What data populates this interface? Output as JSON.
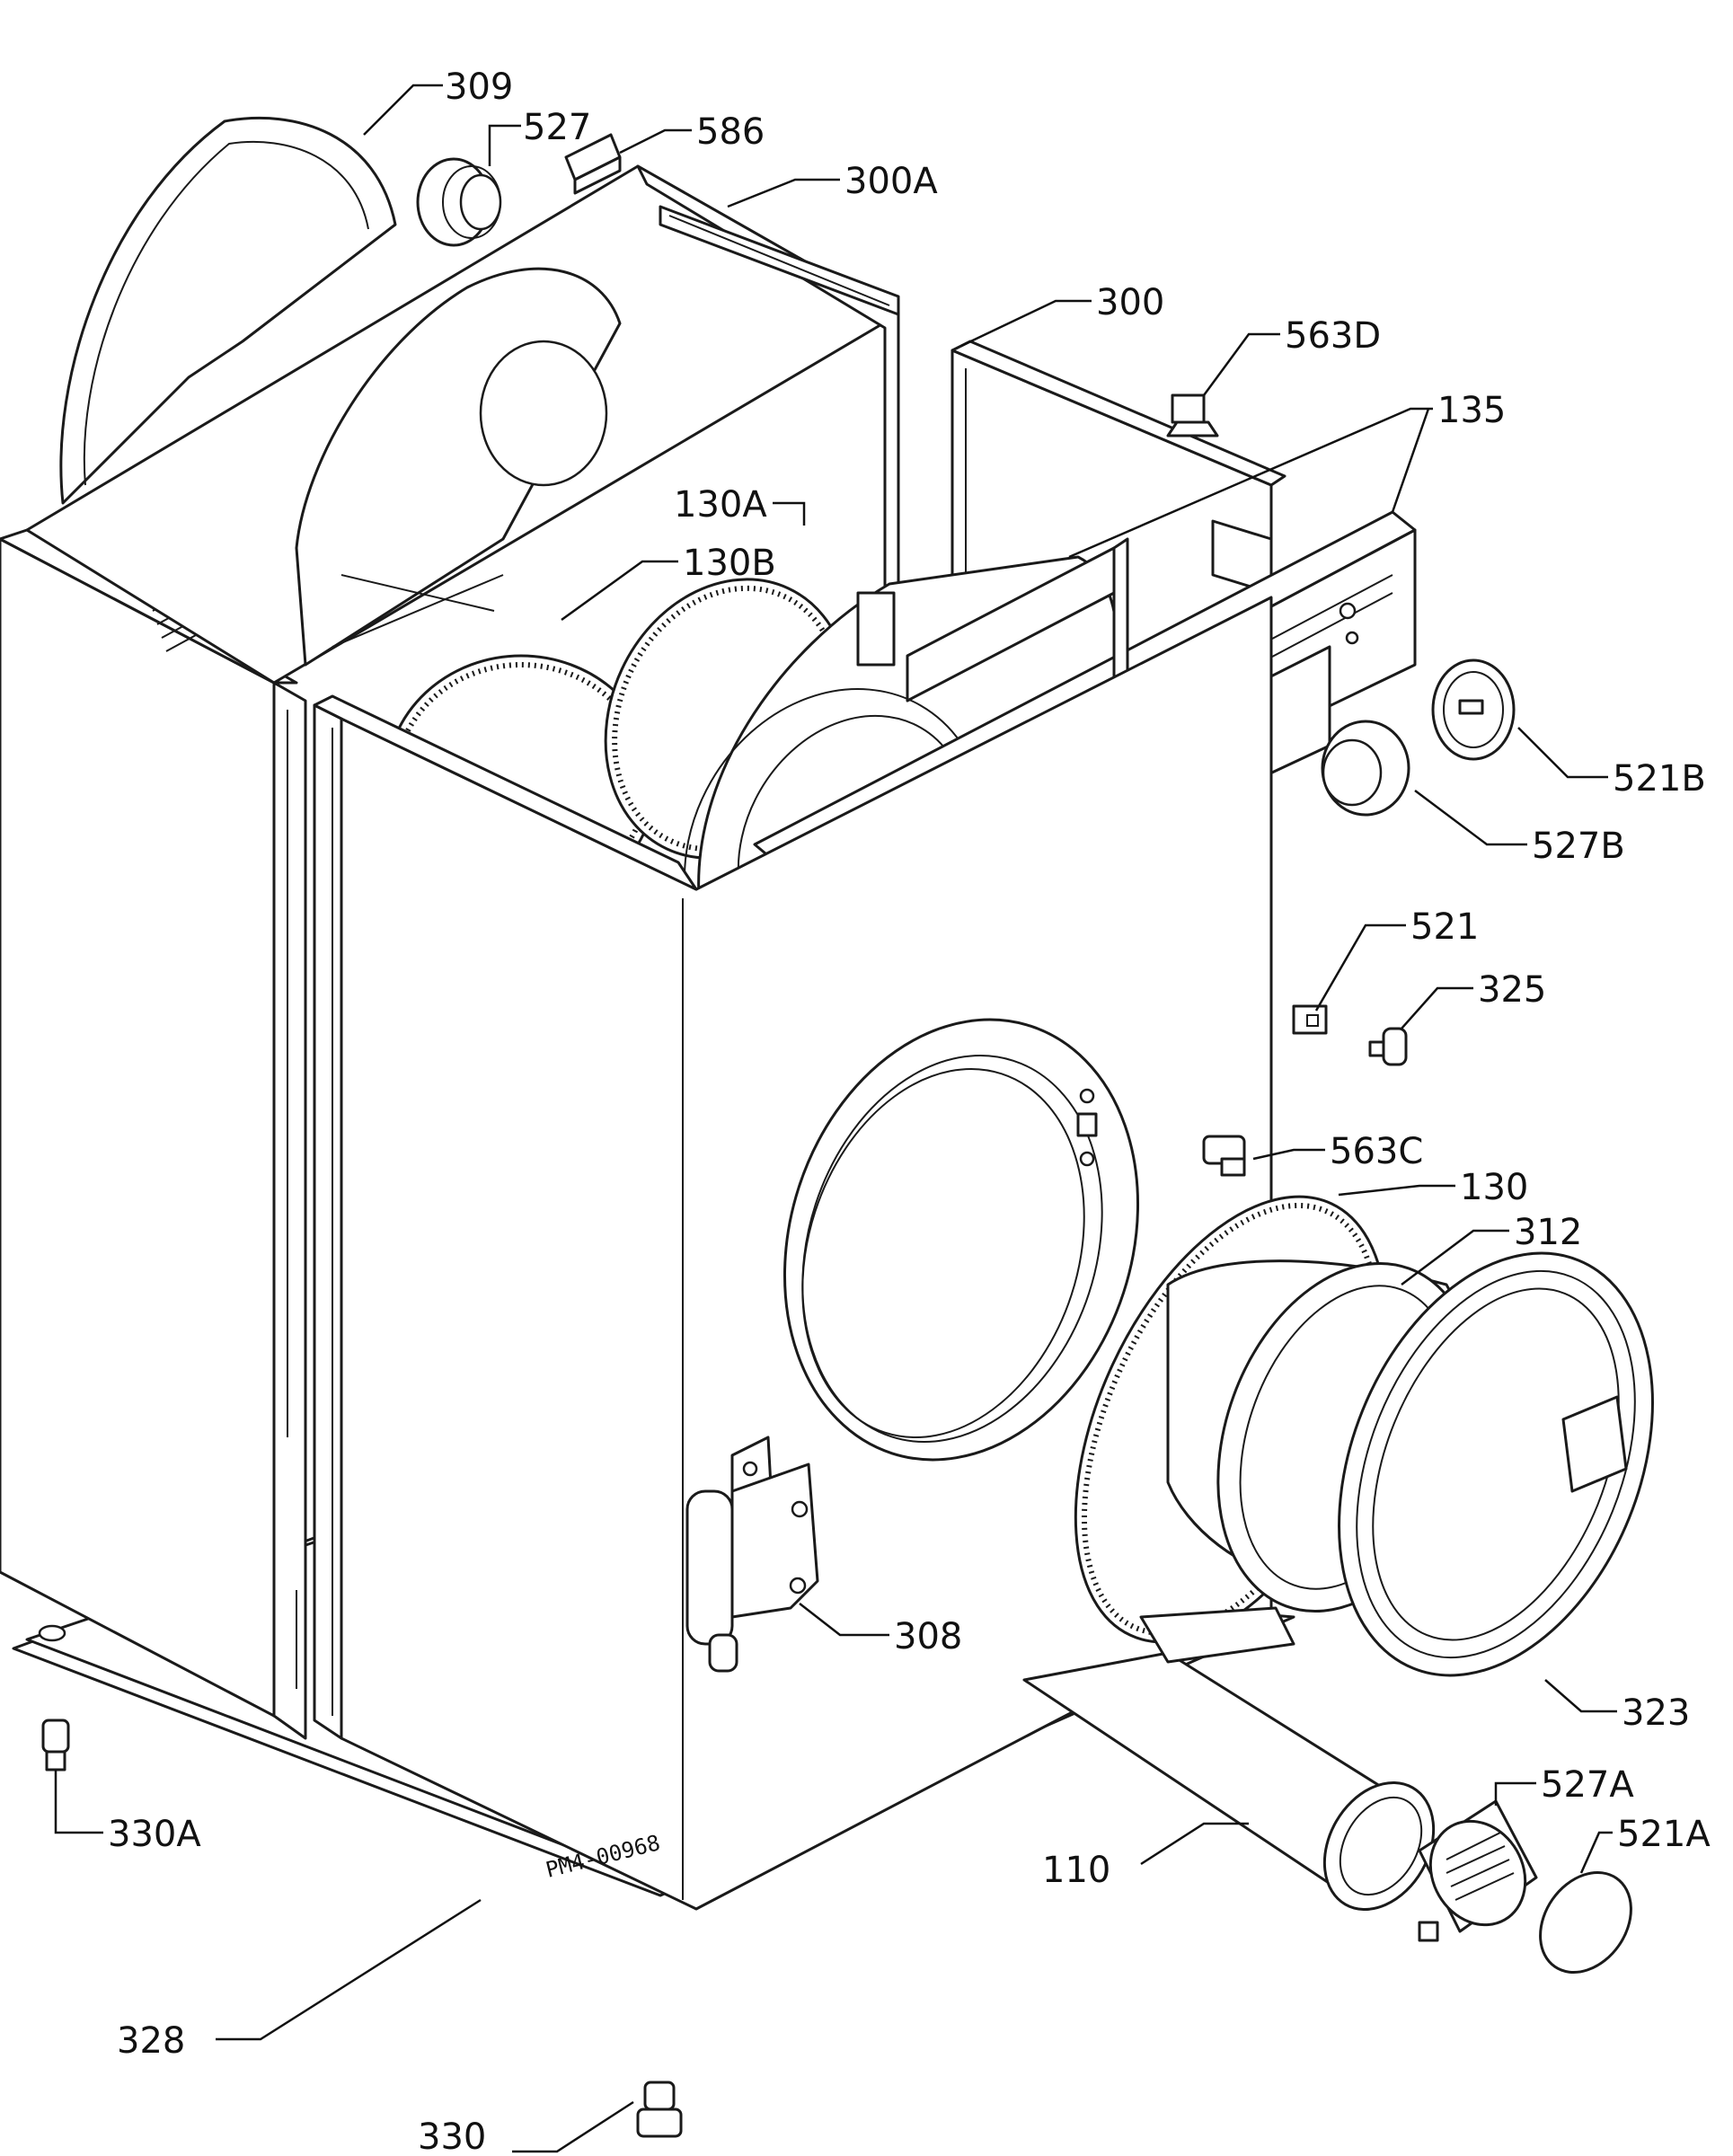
{
  "diagram": {
    "drawing_code": "PM4-00968",
    "parts": [
      {
        "id": "309",
        "label": "309"
      },
      {
        "id": "527",
        "label": "527"
      },
      {
        "id": "586",
        "label": "586"
      },
      {
        "id": "300A",
        "label": "300A"
      },
      {
        "id": "300",
        "label": "300"
      },
      {
        "id": "563D",
        "label": "563D"
      },
      {
        "id": "135",
        "label": "135"
      },
      {
        "id": "130A",
        "label": "130A"
      },
      {
        "id": "130B",
        "label": "130B"
      },
      {
        "id": "521B",
        "label": "521B"
      },
      {
        "id": "527B",
        "label": "527B"
      },
      {
        "id": "521",
        "label": "521"
      },
      {
        "id": "325",
        "label": "325"
      },
      {
        "id": "563C",
        "label": "563C"
      },
      {
        "id": "130",
        "label": "130"
      },
      {
        "id": "312",
        "label": "312"
      },
      {
        "id": "308",
        "label": "308"
      },
      {
        "id": "323",
        "label": "323"
      },
      {
        "id": "330A",
        "label": "330A"
      },
      {
        "id": "527A",
        "label": "527A"
      },
      {
        "id": "521A",
        "label": "521A"
      },
      {
        "id": "110",
        "label": "110"
      },
      {
        "id": "328",
        "label": "328"
      },
      {
        "id": "330",
        "label": "330"
      }
    ]
  }
}
